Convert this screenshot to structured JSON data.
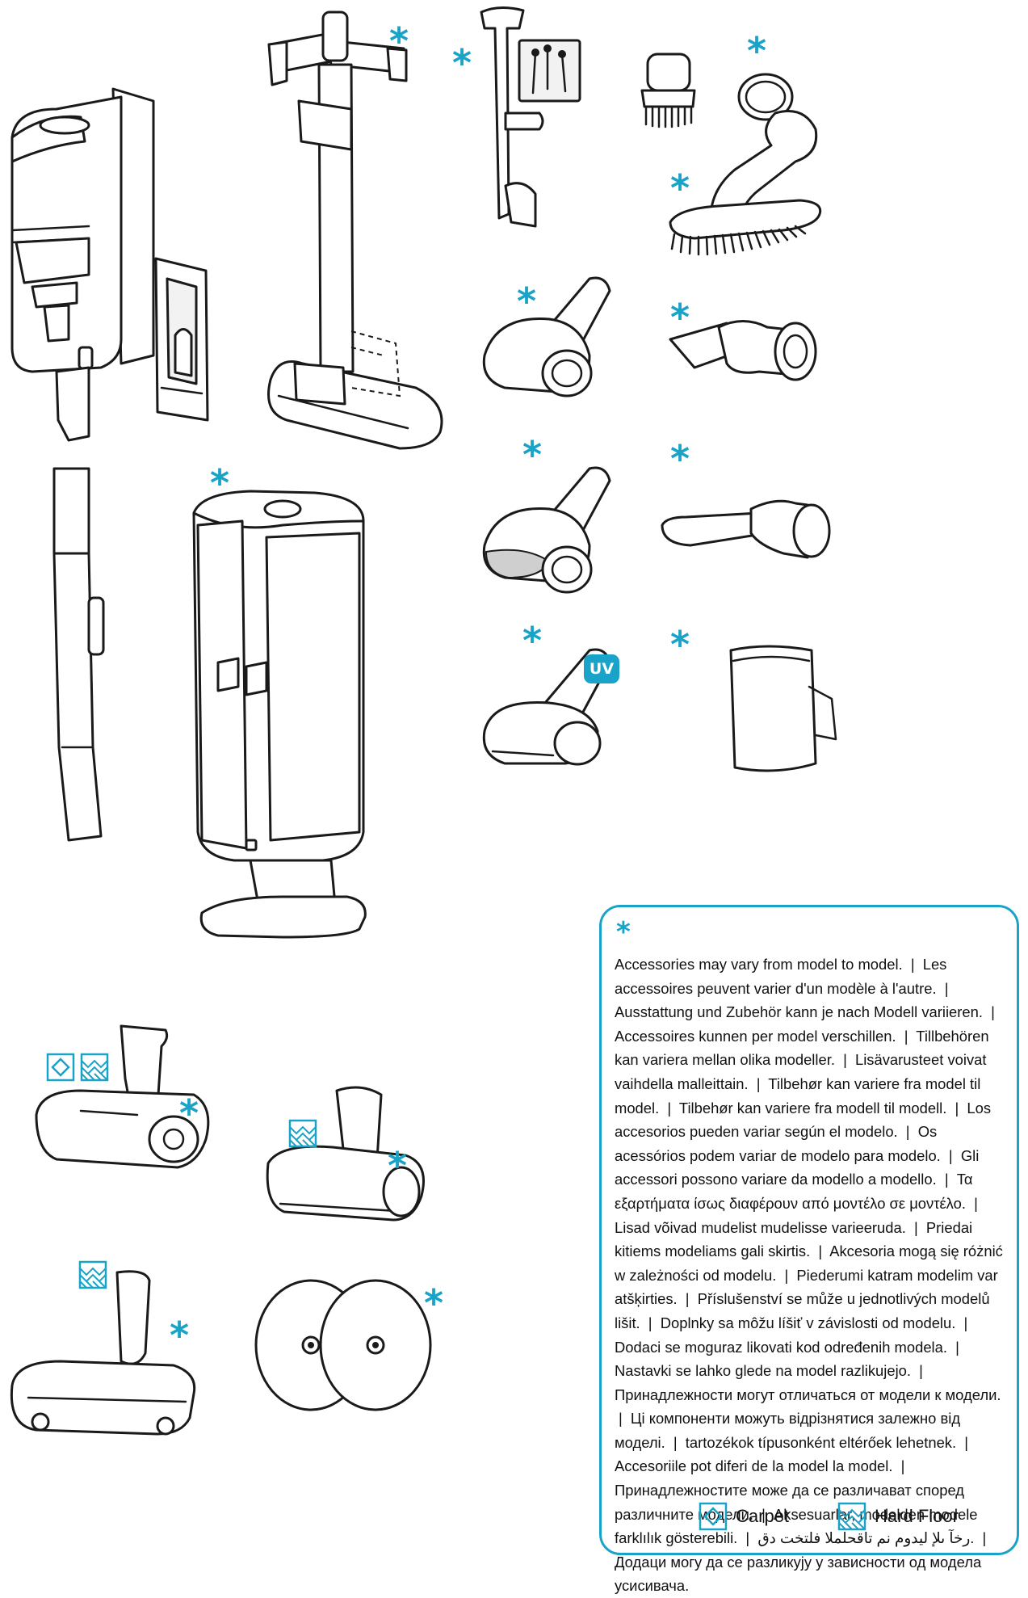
{
  "footnote": {
    "symbol": "*",
    "segments": [
      "Accessories may vary from model to model.",
      "Les accessoires peuvent varier d'un modèle à l'autre.",
      "Ausstattung und Zubehör kann je nach Modell variieren.",
      "Accessoires kunnen per model verschillen.",
      "Tillbehören kan variera mellan olika modeller.",
      "Lisävarusteet voivat vaihdella malleittain.",
      "Tilbehør kan variere fra model til model.",
      "Tilbehør kan variere fra modell til modell.",
      "Los accesorios pueden variar según el modelo.",
      "Os acessórios podem variar de modelo para modelo.",
      "Gli accessori possono variare da modello a modello.",
      "Τα εξαρτήματα ίσως διαφέρουν από μοντέλο σε μοντέλο.",
      "Lisad võivad mudelist mudelisse varieeruda.",
      "Priedai kitiems modeliams gali skirtis.",
      "Akcesoria mogą się różnić w zależności od modelu.",
      "Piederumi katram modelim var atšķirties.",
      "Příslušenství se může u jednotlivých modelů lišit.",
      "Doplnky sa môžu líšiť v závislosti od modelu.",
      "Dodaci se moguraz likovati kod određenih modela.",
      "Nastavki se lahko glede na model razlikujejo.",
      "Принадлежности могут отличаться от модели к модели.",
      "Ці компоненти можуть відрізнятися залежно від моделі.",
      "tartozékok típusonként eltérőek lehetnek.",
      "Accesoriile pot diferi de la model la model.",
      "Принадлежностите може да се различават според различните модели.",
      "Aksesuarlar, modelden modele farklılık gösterebili.",
      "رخآ ىلإ ليدوم نم تاقحلملا فلتخت دق.",
      "Додаци могу да се разликују у зависности од модела усисивача."
    ],
    "separator": "|"
  },
  "legend": {
    "carpet_label": "Carpet",
    "hard_floor_label": "Hard Floor"
  },
  "badges": {
    "uv_label": "UV",
    "accessory_mark": "*"
  },
  "colors": {
    "accent": "#1aa3c8",
    "line": "#1a1a1a"
  },
  "icons": {
    "carpet": "carpet-icon",
    "hard_floor": "hard-floor-icon",
    "uv": "uv-badge"
  }
}
